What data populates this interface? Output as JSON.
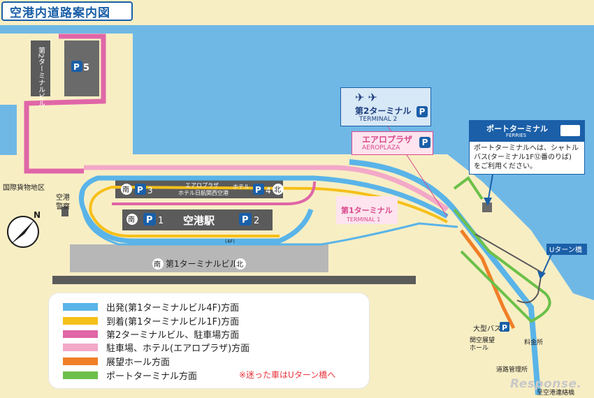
{
  "title": "空港内道路案内図",
  "colors": {
    "sea": "#6fb8e6",
    "land": "#f8eec4",
    "building": "#5b5b5b",
    "departures": "#5ab4e8",
    "arrivals": "#f6c01a",
    "t2_parking": "#e066a7",
    "aeroplaza": "#f3a9c8",
    "observation": "#f07f27",
    "ferry": "#6cc04a",
    "parking_badge": "#1a5fa8",
    "note_red": "#e8343d"
  },
  "buildings": {
    "t2_building": "第2ターミナルビル",
    "p5": "5",
    "t1_building": "第1ターミナルビル",
    "station": "空港駅",
    "p1": "1",
    "p2": "2",
    "p3": "3",
    "p4": "4",
    "hotel_name_line1": "エアロプラザ",
    "hotel_name_line2": "ホテル日航関西空港",
    "hotel": "ホテル",
    "parking_letter": "P",
    "south": "南",
    "north": "北",
    "level_4f": "(4F)"
  },
  "places": {
    "intl_cargo": "国際貨物地区",
    "police_1": "空港",
    "police_2": "警察",
    "bus": "大型バス",
    "observation_1": "関空展望",
    "observation_2": "ホール",
    "tollgate": "料金所",
    "road_office": "道路管理所",
    "to_bridge": "至空港連絡橋",
    "uturn": "Uターン橋",
    "compass": "N"
  },
  "terminal2": {
    "jp": "第2ターミナル",
    "en": "TERMINAL 2"
  },
  "aeroplaza": {
    "jp": "エアロプラザ",
    "en": "AEROPLAZA"
  },
  "terminal1": {
    "jp": "第1ターミナル",
    "en": "TERMINAL 1"
  },
  "ferry": {
    "jp": "ポートターミナル",
    "en": "FERRIES",
    "note_line1": "ポートターミナルへは、シャトル",
    "note_line2": "バス(ターミナル1F⑫番のりば)",
    "note_line3": "をご利用ください。"
  },
  "legend": [
    {
      "label": "出発(第1ターミナルビル4F)方面",
      "color": "#5ab4e8"
    },
    {
      "label": "到着(第1ターミナルビル1F)方面",
      "color": "#f6c01a"
    },
    {
      "label": "第2ターミナルビル、駐車場方面",
      "color": "#e066a7"
    },
    {
      "label": "駐車場、ホテル(エアロプラザ)方面",
      "color": "#f3a9c8"
    },
    {
      "label": "展望ホール方面",
      "color": "#f07f27"
    },
    {
      "label": "ポートターミナル方面",
      "color": "#6cc04a"
    }
  ],
  "legend_note": "※迷った車はUターン橋へ",
  "watermark": "Response."
}
